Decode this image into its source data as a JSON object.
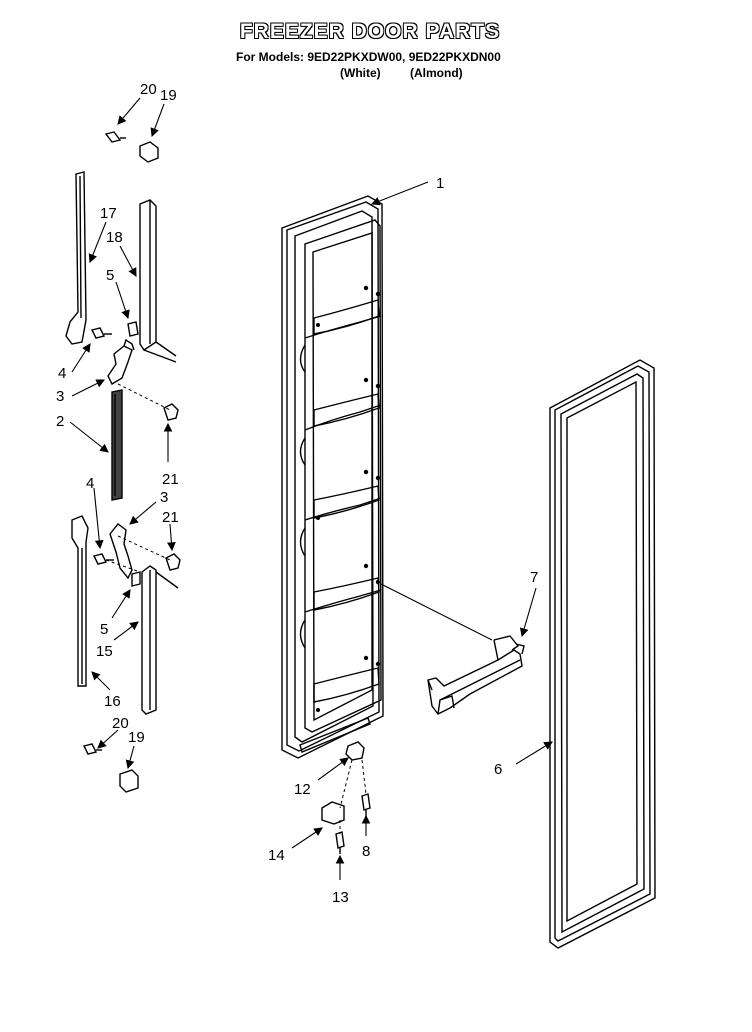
{
  "header": {
    "title": "FREEZER DOOR PARTS",
    "models_line": "For Models: 9ED22PKXDW00, 9ED22PKXDN00",
    "variant_white": "(White)",
    "variant_almond": "(Almond)"
  },
  "callouts": {
    "c1": "1",
    "c2": "2",
    "c3a": "3",
    "c3b": "3",
    "c4a": "4",
    "c4b": "4",
    "c5a": "5",
    "c5b": "5",
    "c6": "6",
    "c7": "7",
    "c8": "8",
    "c12": "12",
    "c13": "13",
    "c14": "14",
    "c15": "15",
    "c16": "16",
    "c17": "17",
    "c18": "18",
    "c19a": "19",
    "c19b": "19",
    "c20a": "20",
    "c20b": "20",
    "c21a": "21",
    "c21b": "21"
  }
}
